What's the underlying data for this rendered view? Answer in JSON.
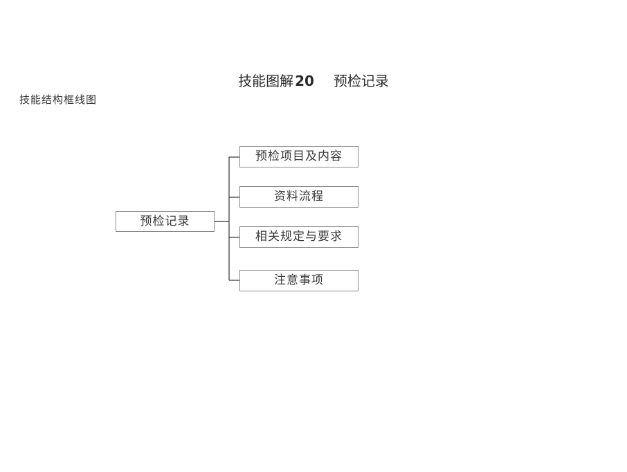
{
  "header": {
    "title_prefix": "技能图解",
    "title_number": "20",
    "title_topic": "预检记录",
    "subtitle": "技能结构框线图"
  },
  "diagram": {
    "root": "预检记录",
    "children": [
      "预检项目及内容",
      "资料流程",
      "相关规定与要求",
      "注意事项"
    ],
    "line_color": "#333333",
    "box_border_color": "#8a8a8a"
  }
}
